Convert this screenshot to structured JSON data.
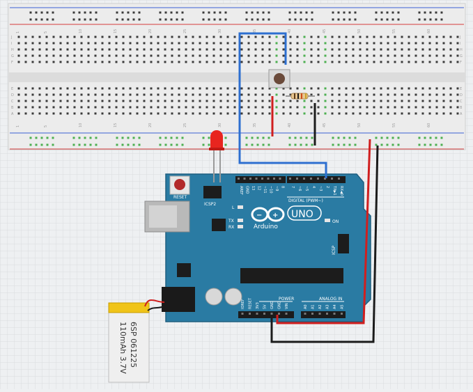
{
  "breadboard": {
    "column_labels": [
      "1",
      "5",
      "10",
      "15",
      "20",
      "25",
      "30",
      "35",
      "40",
      "45",
      "50",
      "55",
      "60"
    ],
    "row_labels_top": [
      "J",
      "I",
      "H",
      "G",
      "F"
    ],
    "row_labels_bottom": [
      "E",
      "D",
      "C",
      "B",
      "A"
    ],
    "body_color": "#ececec",
    "hole_color": "#3a3a3a",
    "connected_hole_color": "#4caf50",
    "rail_red": "#d33a3a",
    "rail_blue": "#3a5fd3"
  },
  "arduino": {
    "brand": "Arduino",
    "model": "UNO",
    "reset_label": "RESET",
    "icsp2_label": "ICSP2",
    "icsp_label": "ICSP",
    "on_label": "ON",
    "l_label": "L",
    "tx_label": "TX",
    "rx_label": "RX",
    "digital_label": "DIGITAL (PWM~)",
    "power_label": "POWER",
    "analog_label": "ANALOG IN",
    "digital_pins": [
      "AREF",
      "GND",
      "13",
      "12",
      "~11",
      "~10",
      "~9",
      "8",
      "7",
      "~6",
      "~5",
      "4",
      "~3",
      "2",
      "TX▶1",
      "RX◀0"
    ],
    "power_pins": [
      "IOREF",
      "RESET",
      "3V3",
      "5V",
      "GND",
      "GND",
      "VIN"
    ],
    "analog_pins": [
      "A0",
      "A1",
      "A2",
      "A3",
      "A4",
      "A5"
    ],
    "board_color": "#2a7ba3"
  },
  "battery": {
    "line1": "6SP 061225",
    "line2": "110mAh 3.7V"
  },
  "wires": {
    "blue": "#2d6fd0",
    "red": "#d01f1f",
    "black": "#1b1b1b"
  },
  "components": {
    "led_color": "#e8251f",
    "button_color": "#6a4a3a"
  }
}
